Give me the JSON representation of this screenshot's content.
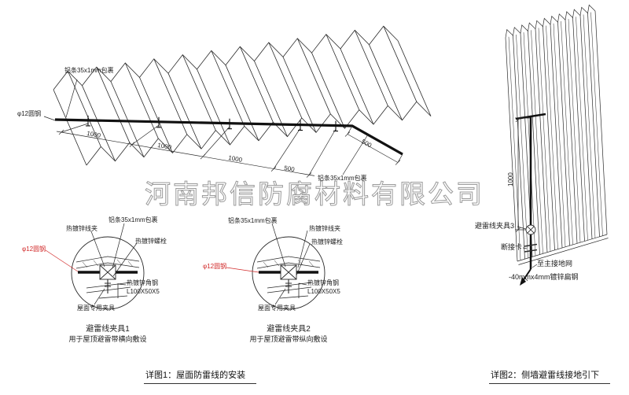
{
  "watermark": "河南邦信防腐材料有限公司",
  "labels": {
    "al_strip": "铝条35x1mm包裹",
    "wire_clamp": "热镀锌线夹",
    "bolt": "热镀锌螺栓",
    "round_steel": "φ12圆钢",
    "angle_steel": "热镀锌角钢",
    "angle_spec": "L100X50X5",
    "roof_fixture": "屋面专用夹具"
  },
  "dims": {
    "d1000": "1000",
    "d500": "500"
  },
  "detail1": {
    "title": "避雷线夹具1",
    "subtitle": "用于屋顶避雷带横向敷设"
  },
  "detail2": {
    "title": "避雷线夹具2",
    "subtitle": "用于屋顶避雷带纵向敷设"
  },
  "wall": {
    "clamp3": "避雷线夹具3",
    "disconnect": "断接卡",
    "to_ground": "至主接地网",
    "flat_steel": "-40mmx4mm镀锌扁钢"
  },
  "captions": {
    "figure1": "详图1：屋面防雷线的安装",
    "figure2": "详图2：侧墙避雷线接地引下"
  },
  "colors": {
    "line": "#2a2a2a",
    "accent_red": "#d22a2a",
    "watermark": "#9b9b9b"
  }
}
